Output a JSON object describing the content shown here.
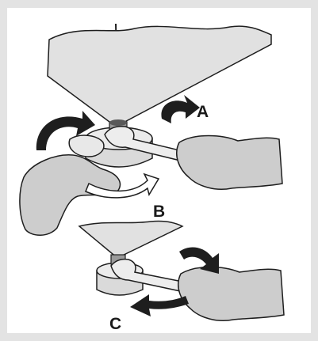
{
  "labels": {
    "a": "A",
    "b": "B",
    "c": "C"
  },
  "colors": {
    "background": "#ffffff",
    "frame": "#e3e3e3",
    "panel_fill": "#e1e1e1",
    "glove_fill": "#cdcdcd",
    "arrow_fill": "#1e1e1e",
    "line": "#1e1e1e"
  },
  "icons": [
    "rotate-arrow-icon",
    "wrench-icon",
    "gloved-hand-icon",
    "nut-icon"
  ]
}
